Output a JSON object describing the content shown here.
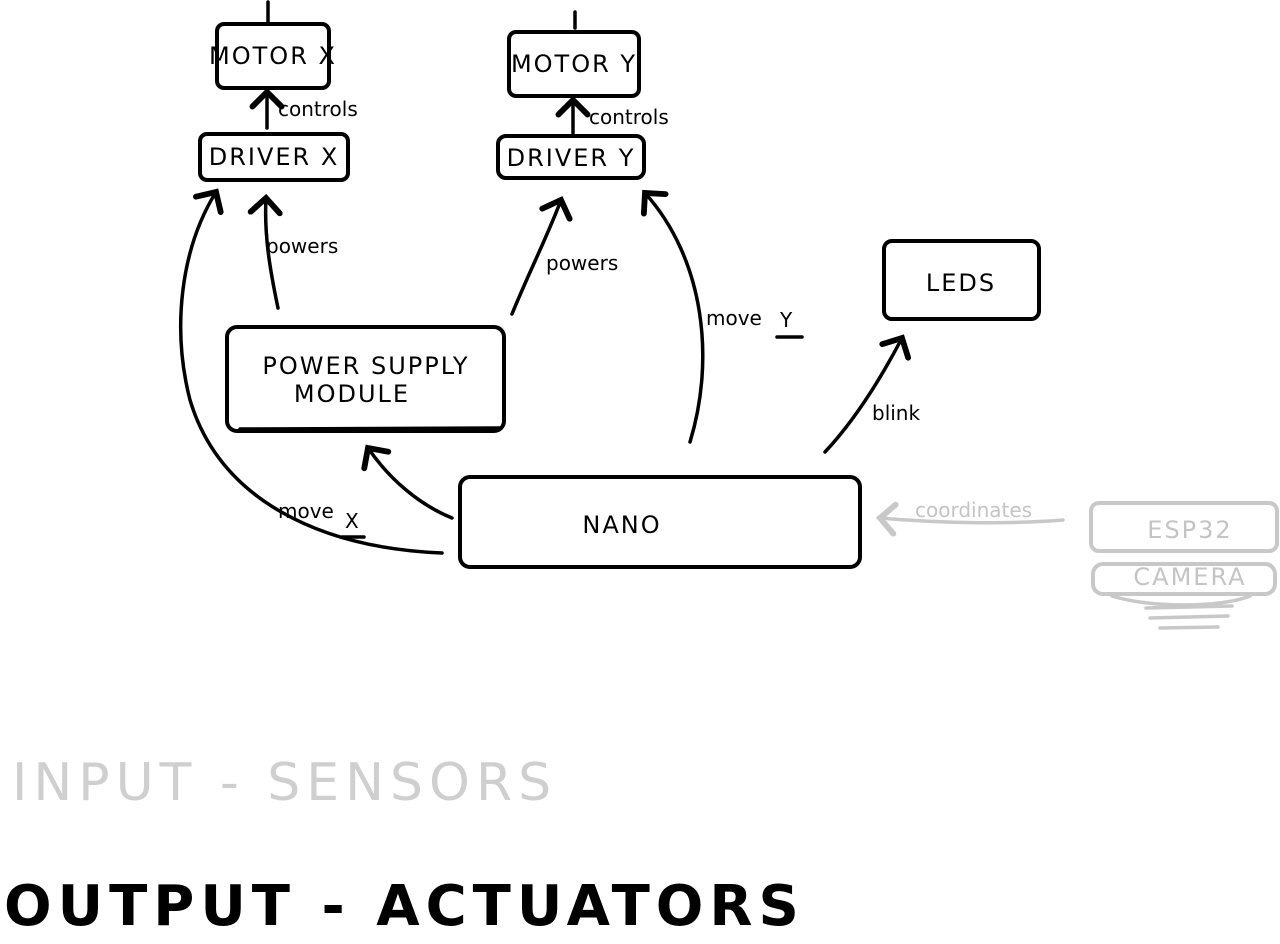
{
  "nodes": {
    "motor_x": "MOTOR X",
    "motor_y": "MOTOR Y",
    "driver_x": "DRIVER X",
    "driver_y": "DRIVER Y",
    "power_supply_line1": "POWER SUPPLY",
    "power_supply_line2": "MODULE",
    "leds": "LEDS",
    "nano": "NANO",
    "esp32": "ESP32",
    "camera": "CAMERA"
  },
  "edges": {
    "controls_x": "controls",
    "controls_y": "controls",
    "powers_x": "powers",
    "powers_y": "powers",
    "move_x_prefix": "move",
    "move_x_axis": "X",
    "move_y_prefix": "move",
    "move_y_axis": "Y",
    "blink": "blink",
    "coordinates": "coordinates"
  },
  "legend": {
    "input": "INPUT - SENSORS",
    "output": "OUTPUT - ACTUATORS"
  },
  "colors": {
    "ink": "#000000",
    "input_grey": "#c8c8c8"
  }
}
